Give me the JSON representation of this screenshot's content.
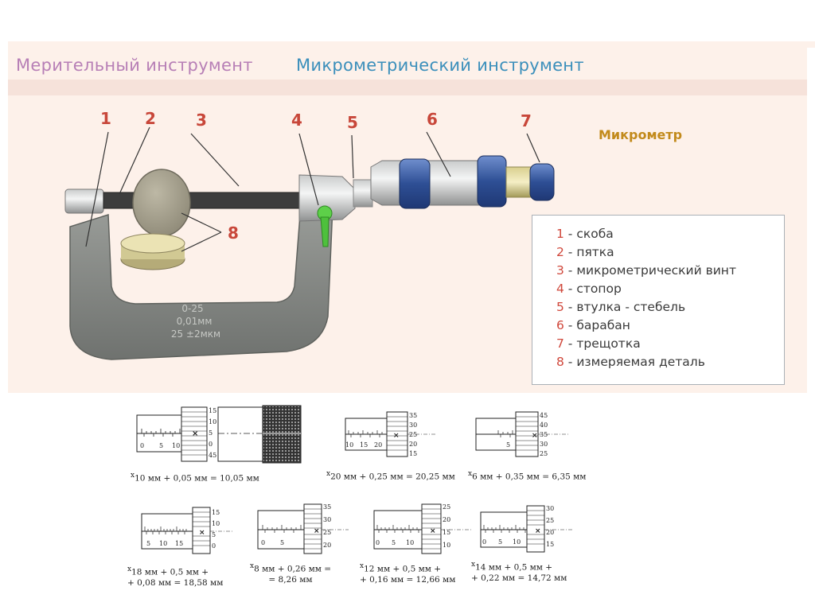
{
  "titles": {
    "left": "Мерительный  инструмент",
    "right": "Микрометрический  инструмент"
  },
  "device_name": "Микрометр",
  "part_numbers": [
    "1",
    "2",
    "3",
    "4",
    "5",
    "6",
    "7",
    "8"
  ],
  "frame_marking": [
    "0-25",
    "0,01мм",
    "25 ±2мкм"
  ],
  "legend": [
    {
      "num": "1",
      "text": " - скоба"
    },
    {
      "num": "2",
      "text": " - пятка"
    },
    {
      "num": "3",
      "text": " - микрометрический винт"
    },
    {
      "num": "4",
      "text": " - стопор"
    },
    {
      "num": "5",
      "text": " - втулка - стебель"
    },
    {
      "num": "6",
      "text": " - барабан"
    },
    {
      "num": "7",
      "text": " - трещотка"
    },
    {
      "num": "8",
      "text": " - измеряемая деталь"
    }
  ],
  "examples": [
    {
      "lines": [
        "10 мм + 0,05 мм = 10,05 мм"
      ]
    },
    {
      "lines": [
        "20 мм + 0,25 мм = 20,25 мм"
      ]
    },
    {
      "lines": [
        "6 мм + 0,35 мм = 6,35 мм"
      ]
    },
    {
      "lines": [
        "18 мм + 0,5 мм +",
        "+ 0,08 мм = 18,58 мм"
      ]
    },
    {
      "lines": [
        "8 мм + 0,26 мм =",
        "= 8,26 мм"
      ]
    },
    {
      "lines": [
        "12 мм + 0,5 мм +",
        "+ 0,16 мм = 12,66 мм"
      ]
    },
    {
      "lines": [
        "14 мм + 0,5 мм +",
        "+ 0,22 мм = 14,72 мм"
      ]
    }
  ],
  "scales": {
    "ex1": {
      "sleeve": [
        "0",
        "5",
        "10"
      ],
      "thimble": [
        "15",
        "10",
        "5",
        "0",
        "45"
      ]
    },
    "ex2": {
      "sleeve": [
        "10",
        "15",
        "20"
      ],
      "thimble": [
        "35",
        "30",
        "25",
        "20",
        "15"
      ]
    },
    "ex3": {
      "sleeve": [
        "5"
      ],
      "thimble": [
        "45",
        "40",
        "35",
        "30",
        "25"
      ]
    },
    "ex4": {
      "sleeve": [
        "5",
        "10",
        "15"
      ],
      "thimble": [
        "15",
        "10",
        "5",
        "0"
      ]
    },
    "ex5": {
      "sleeve": [
        "0",
        "5"
      ],
      "thimble": [
        "35",
        "30",
        "25",
        "20"
      ]
    },
    "ex6": {
      "sleeve": [
        "0",
        "5",
        "10"
      ],
      "thimble": [
        "25",
        "20",
        "15",
        "10"
      ]
    },
    "ex7": {
      "sleeve": [
        "0",
        "5",
        "10"
      ],
      "thimble": [
        "30",
        "25",
        "20",
        "15"
      ]
    }
  },
  "colors": {
    "title_left": "#b77fb6",
    "title_right": "#3b8fbb",
    "device_name": "#c28a1b",
    "part_number": "#c8473a",
    "frame": "#8b8e8a",
    "knurl": "#3d5f9f",
    "stopper": "#4ec03c"
  }
}
